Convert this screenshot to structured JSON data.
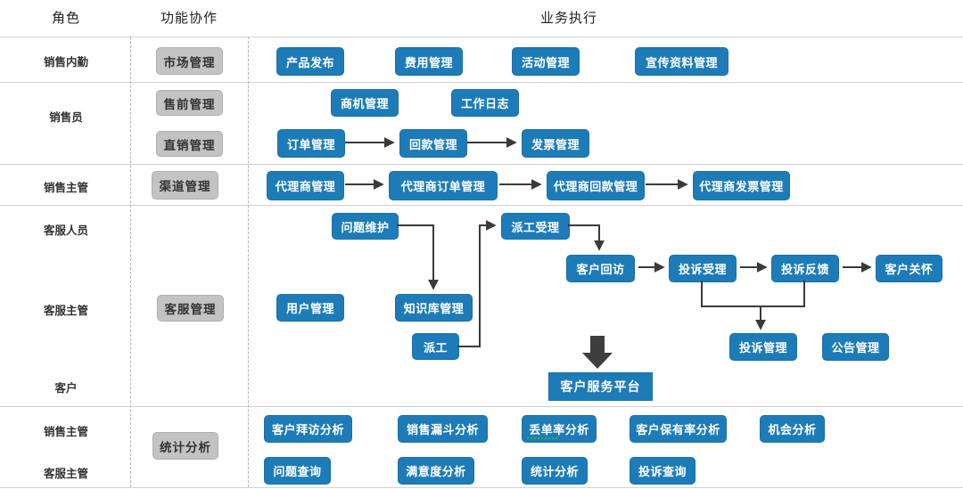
{
  "colors": {
    "process_blue": "#1D7CB8",
    "function_gray": "#C3C3C3",
    "arrow_dark": "#3A3A3A",
    "grid_line": "#D2D2D2"
  },
  "columns": {
    "role": "角色",
    "collaboration": "功能协作",
    "execution": "业务执行"
  },
  "roles": [
    "销售内勤",
    "销售员",
    "销售主管",
    "客服人员",
    "客服主管",
    "客户",
    "销售主管",
    "客服主管"
  ],
  "function_groups": [
    "市场管理",
    "售前管理",
    "直销管理",
    "渠道管理",
    "客服管理",
    "统计分析"
  ],
  "market_row": [
    "产品发布",
    "费用管理",
    "活动管理",
    "宣传资料管理"
  ],
  "presales_row": [
    "商机管理",
    "工作日志"
  ],
  "direct_sales_flow": [
    "订单管理",
    "回款管理",
    "发票管理"
  ],
  "channel_flow": [
    "代理商管理",
    "代理商订单管理",
    "代理商回款管理",
    "代理商发票管理"
  ],
  "service_flow": {
    "issue_maintain": "问题维护",
    "dispatch_accept": "派工受理",
    "customer_visit": "客户回访",
    "complaint_accept": "投诉受理",
    "complaint_feedback": "投诉反馈",
    "customer_care": "客户关怀",
    "user_mgmt": "用户管理",
    "knowledge_base": "知识库管理",
    "dispatch": "派工",
    "complaint_mgmt": "投诉管理",
    "announcement": "公告管理"
  },
  "platform": "客户服务平台",
  "analysis_row1": [
    "客户拜访分析",
    "销售漏斗分析",
    "丢单率分析",
    "客户保有率分析",
    "机会分析"
  ],
  "analysis_row2": [
    "问题查询",
    "满意度分析",
    "统计分析",
    "投诉查询"
  ]
}
